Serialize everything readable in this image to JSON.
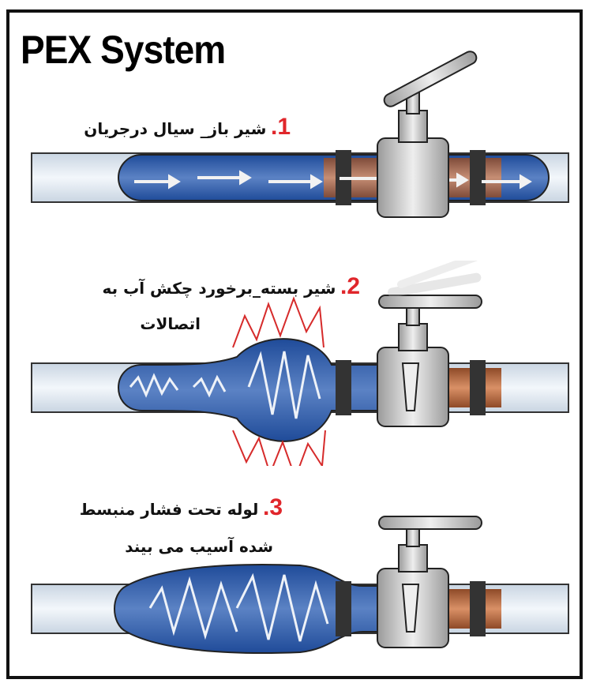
{
  "title": "PEX System",
  "steps": [
    {
      "number": "1.",
      "caption_line1": "شیر باز_ سیال درجریان",
      "caption_line2": ""
    },
    {
      "number": "2.",
      "caption_line1": "شیر بسته_برخورد چکش آب به",
      "caption_line2": "اتصالات"
    },
    {
      "number": "3.",
      "caption_line1": "لوله تحت فشار منبسط",
      "caption_line2": "شده آسیب می بیند"
    }
  ],
  "colors": {
    "pipe": "#e6edf5",
    "water": "#2f5aa6",
    "fitting": "#b5683f",
    "valve": "#c8c8c8",
    "shock": "#d62b2b",
    "accent": "#e0262b"
  }
}
